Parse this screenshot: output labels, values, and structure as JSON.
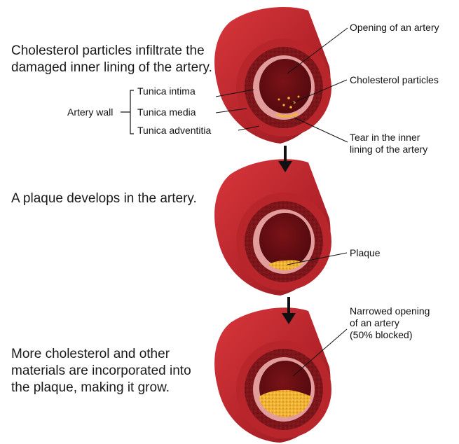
{
  "stage1": {
    "caption": [
      "Cholesterol particles infiltrate the",
      "damaged inner lining of the artery."
    ],
    "labels": {
      "opening": "Opening of an artery",
      "cholesterol": "Cholesterol particles",
      "tear": [
        "Tear in the inner",
        "lining of the artery"
      ],
      "artery_wall": "Artery wall",
      "intima": "Tunica intima",
      "media": "Tunica media",
      "adventitia": "Tunica adventitia"
    }
  },
  "stage2": {
    "caption": [
      "A plaque develops in the artery."
    ],
    "labels": {
      "plaque": "Plaque"
    }
  },
  "stage3": {
    "caption": [
      "More cholesterol and other",
      "materials are incorporated into",
      "the plaque, making it grow."
    ],
    "labels": {
      "narrowed": [
        "Narrowed opening",
        "of an artery",
        "(50% blocked)"
      ]
    }
  },
  "colors": {
    "outer": "#c0272d",
    "outer_dark": "#8e1a1f",
    "media": "#7a1418",
    "intima": "#e8a0a0",
    "lumen": "#6b0d12",
    "plaque": "#f2b233",
    "arrow": "#111111"
  }
}
